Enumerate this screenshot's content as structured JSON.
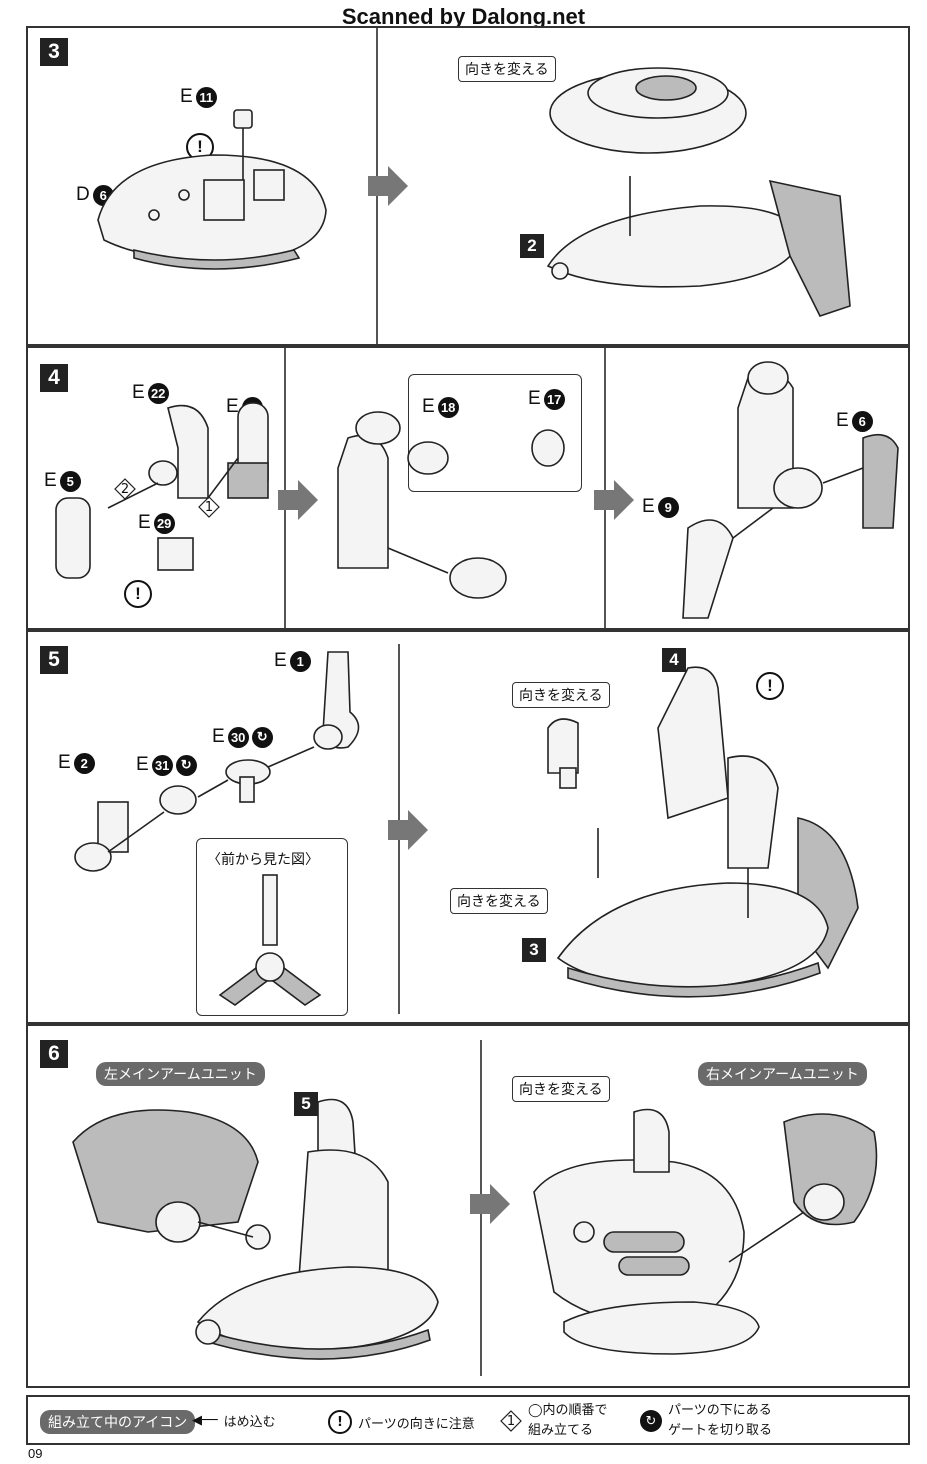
{
  "watermark": "Scanned by Dalong.net",
  "page_number": "09",
  "steps": [
    {
      "num": "3"
    },
    {
      "num": "4"
    },
    {
      "num": "5"
    },
    {
      "num": "6"
    }
  ],
  "step3": {
    "part_e": "E",
    "part_e_num": "11",
    "part_d": "D",
    "part_d_num": "6",
    "label_turn": "向きを変える",
    "ref": "2"
  },
  "step4": {
    "e22": "22",
    "e8": "8",
    "e5": "5",
    "e29": "29",
    "e18": "18",
    "e17": "17",
    "e6": "6",
    "e9": "9",
    "letter": "E",
    "order1": "1",
    "order2": "2"
  },
  "step5": {
    "e1": "1",
    "e30": "30",
    "e31": "31",
    "e2": "2",
    "letter": "E",
    "front_view": "〈前から見た図〉",
    "label_turn_a": "向きを変える",
    "label_turn_b": "向きを変える",
    "ref4": "4",
    "ref3": "3"
  },
  "step6": {
    "left_unit": "左メインアームユニット",
    "right_unit": "右メインアームユニット",
    "label_turn": "向きを変える",
    "ref5": "5"
  },
  "legend": {
    "title": "組み立て中のアイコン",
    "insert": "はめ込む",
    "orientation": "パーツの向きに注意",
    "order_line1": "◯内の順番で",
    "order_line2": "組み立てる",
    "gate_line1": "パーツの下にある",
    "gate_line2": "ゲートを切り取る",
    "order_sample": "1"
  }
}
